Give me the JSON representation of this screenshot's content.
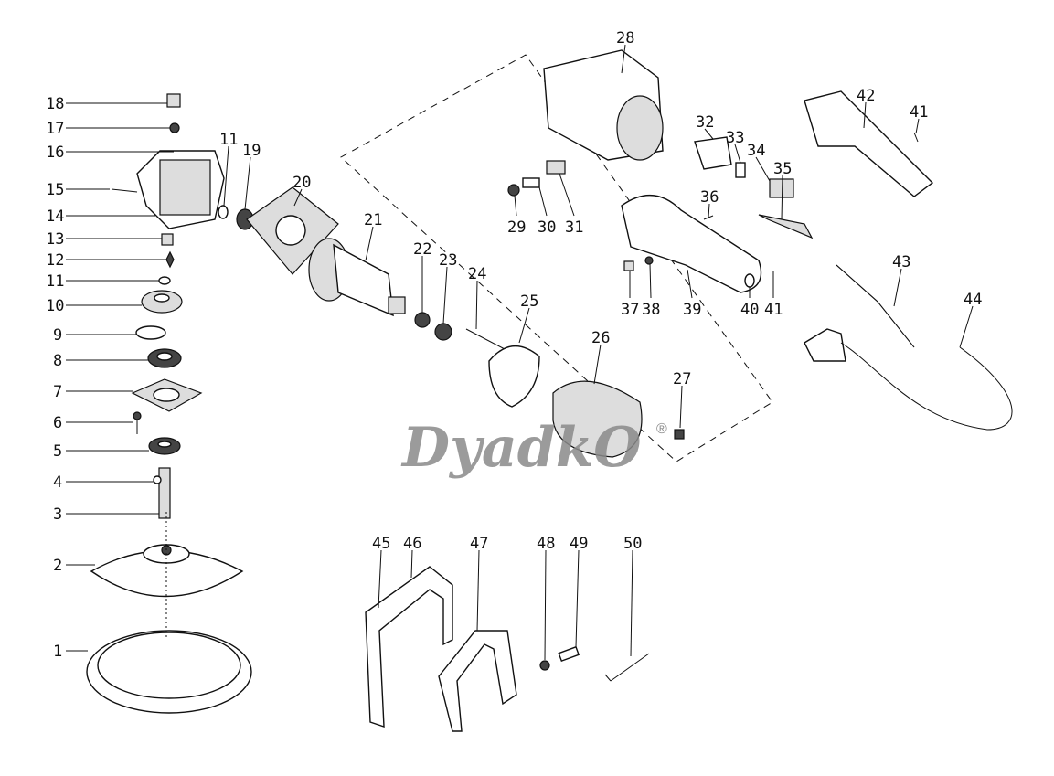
{
  "callouts": [
    "18",
    "17",
    "16",
    "15",
    "14",
    "13",
    "12",
    "11",
    "10",
    "9",
    "8",
    "7",
    "6",
    "5",
    "4",
    "3",
    "2",
    "1",
    "11",
    "19",
    "20",
    "21",
    "22",
    "23",
    "24",
    "25",
    "26",
    "27",
    "28",
    "29",
    "30",
    "31",
    "32",
    "33",
    "34",
    "35",
    "36",
    "37",
    "38",
    "39",
    "40",
    "41",
    "42",
    "41",
    "43",
    "44",
    "45",
    "46",
    "47",
    "48",
    "49",
    "50"
  ],
  "watermark": {
    "text": "DyadkO",
    "mark": "®"
  }
}
